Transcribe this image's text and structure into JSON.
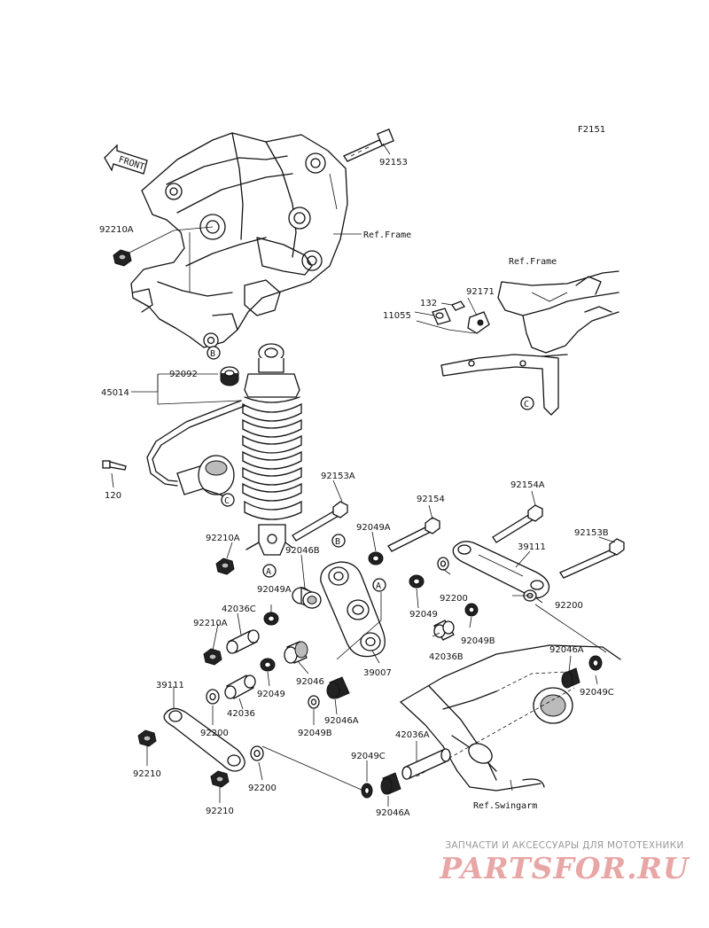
{
  "diagram_code": "F2151",
  "front_marker": "FRONT",
  "references": {
    "frame_main": "Ref.Frame",
    "frame_inset": "Ref.Frame",
    "swingarm": "Ref.Swingarm"
  },
  "callouts": {
    "A": "A",
    "B": "B",
    "C": "C"
  },
  "parts": [
    "92153",
    "92210A",
    "92092",
    "45014",
    "120",
    "132",
    "92171",
    "11055",
    "92153A",
    "92154",
    "92154A",
    "39111",
    "92153B",
    "92210A",
    "92049A",
    "92046B",
    "92049A",
    "92200",
    "92200",
    "42036C",
    "92210A",
    "92049",
    "92049B",
    "42036B",
    "39007",
    "92046",
    "92046A",
    "92049C",
    "39111",
    "92200",
    "42036",
    "92049",
    "92049B",
    "92046A",
    "42036A",
    "92210",
    "92200",
    "92049C",
    "92210",
    "92046A"
  ],
  "watermark": {
    "tagline": "ЗАПЧАСТИ И АКСЕССУАРЫ ДЛЯ МОТОТЕХНИКИ",
    "brand": "PARTSFOR.RU"
  }
}
